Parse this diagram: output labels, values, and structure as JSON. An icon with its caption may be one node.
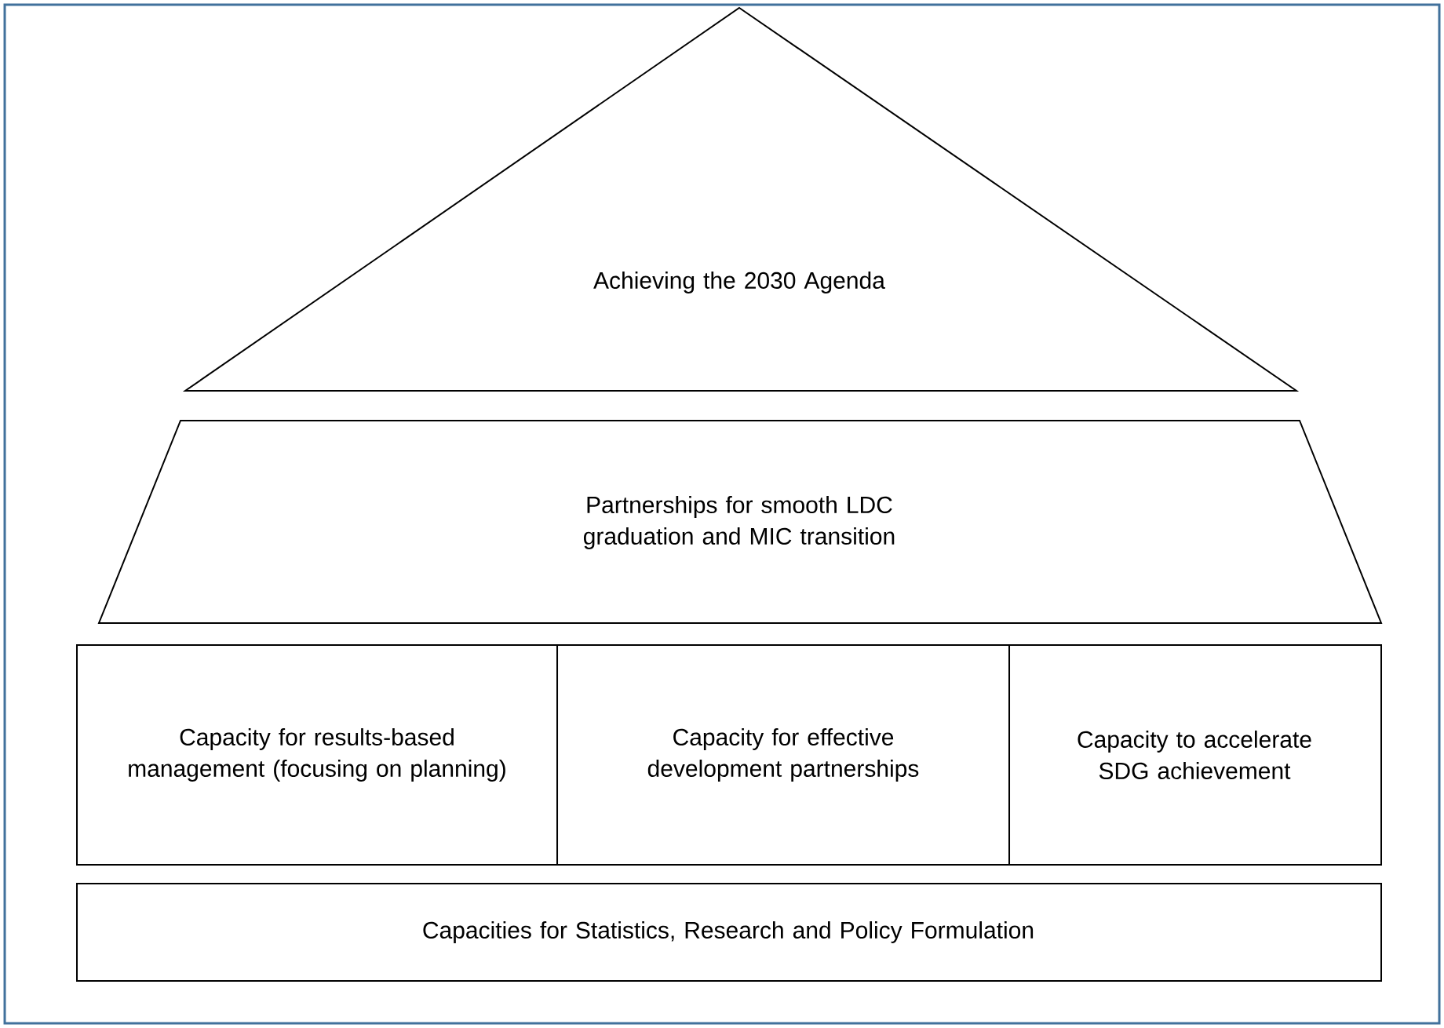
{
  "diagram": {
    "nodes": [
      {
        "text": [
          "Achieving the 2030 Agenda"
        ]
      },
      {
        "text": [
          "Partnerships for smooth LDC graduation and MIC transition"
        ]
      },
      {
        "text": [
          "Capacity for results-based management (focusing on planning)"
        ]
      },
      {
        "text": [
          "Capacity for effective development partnerships"
        ]
      },
      {
        "text": [
          "Capacity to accelerate SDG achievement"
        ]
      },
      {
        "text": [
          "Capacities for Statistics, Research and Policy Formulation"
        ]
      }
    ]
  }
}
